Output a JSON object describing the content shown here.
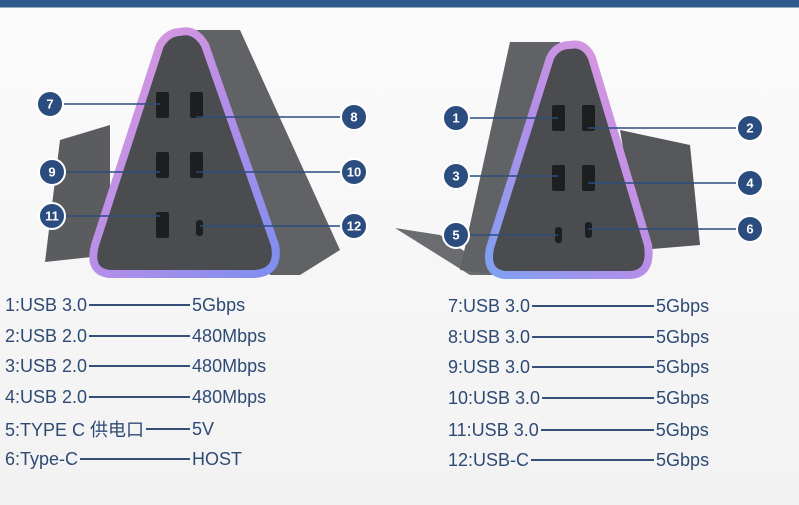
{
  "colors": {
    "callout": "#2b4c7e",
    "text": "#2e4a74",
    "device": "#4a4c50"
  },
  "left_device": {
    "callouts": [
      "7",
      "8",
      "9",
      "10",
      "11",
      "12"
    ]
  },
  "right_device": {
    "callouts": [
      "1",
      "2",
      "3",
      "4",
      "5",
      "6"
    ]
  },
  "specs_left": [
    {
      "port": "1:USB 3.0",
      "value": "5Gbps"
    },
    {
      "port": "2:USB 2.0",
      "value": "480Mbps"
    },
    {
      "port": "3:USB 2.0",
      "value": "480Mbps"
    },
    {
      "port": "4:USB 2.0",
      "value": "480Mbps"
    },
    {
      "port": "5:TYPE C 供电口",
      "value": "5V"
    },
    {
      "port": "6:Type-C",
      "value": "HOST"
    }
  ],
  "specs_right": [
    {
      "port": "7:USB 3.0",
      "value": "5Gbps"
    },
    {
      "port": "8:USB 3.0",
      "value": "5Gbps"
    },
    {
      "port": "9:USB 3.0",
      "value": "5Gbps"
    },
    {
      "port": "10:USB 3.0",
      "value": "5Gbps"
    },
    {
      "port": "11:USB 3.0",
      "value": "5Gbps"
    },
    {
      "port": "12:USB-C",
      "value": "5Gbps"
    }
  ]
}
